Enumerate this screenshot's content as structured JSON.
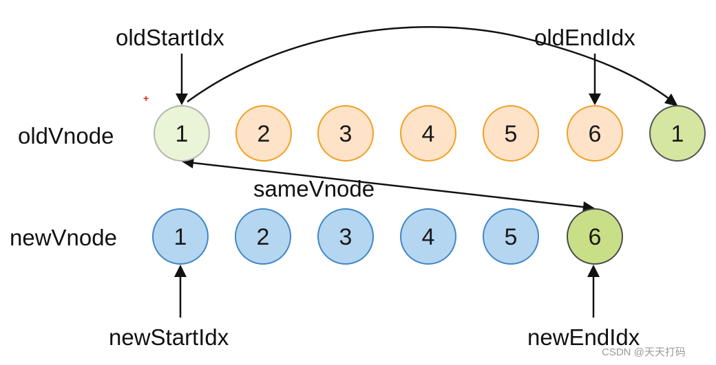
{
  "labels": {
    "old_start_idx": "oldStartIdx",
    "old_end_idx": "oldEndIdx",
    "old_vnode": "oldVnode",
    "same_vnode": "sameVnode",
    "new_vnode": "newVnode",
    "new_start_idx": "newStartIdx",
    "new_end_idx": "newEndIdx"
  },
  "old_nodes": [
    {
      "label": "1"
    },
    {
      "label": "2"
    },
    {
      "label": "3"
    },
    {
      "label": "4"
    },
    {
      "label": "5"
    },
    {
      "label": "6"
    },
    {
      "label": "1"
    }
  ],
  "new_nodes": [
    {
      "label": "1"
    },
    {
      "label": "2"
    },
    {
      "label": "3"
    },
    {
      "label": "4"
    },
    {
      "label": "5"
    },
    {
      "label": "6"
    }
  ],
  "colors": {
    "old_start_fill": "#eaf4d6",
    "old_start_stroke": "#b4b4b4",
    "old_fill": "#ffe3c8",
    "old_stroke": "#f0a024",
    "moved_fill": "#d4e6a0",
    "moved_stroke": "#555555",
    "new_fill": "#b5d6f0",
    "new_stroke": "#3f86c6",
    "new_end_fill": "#c8df88",
    "new_end_stroke": "#4a4a4a",
    "marker": "#e8201a"
  },
  "watermark": "CSDN @天天打码"
}
